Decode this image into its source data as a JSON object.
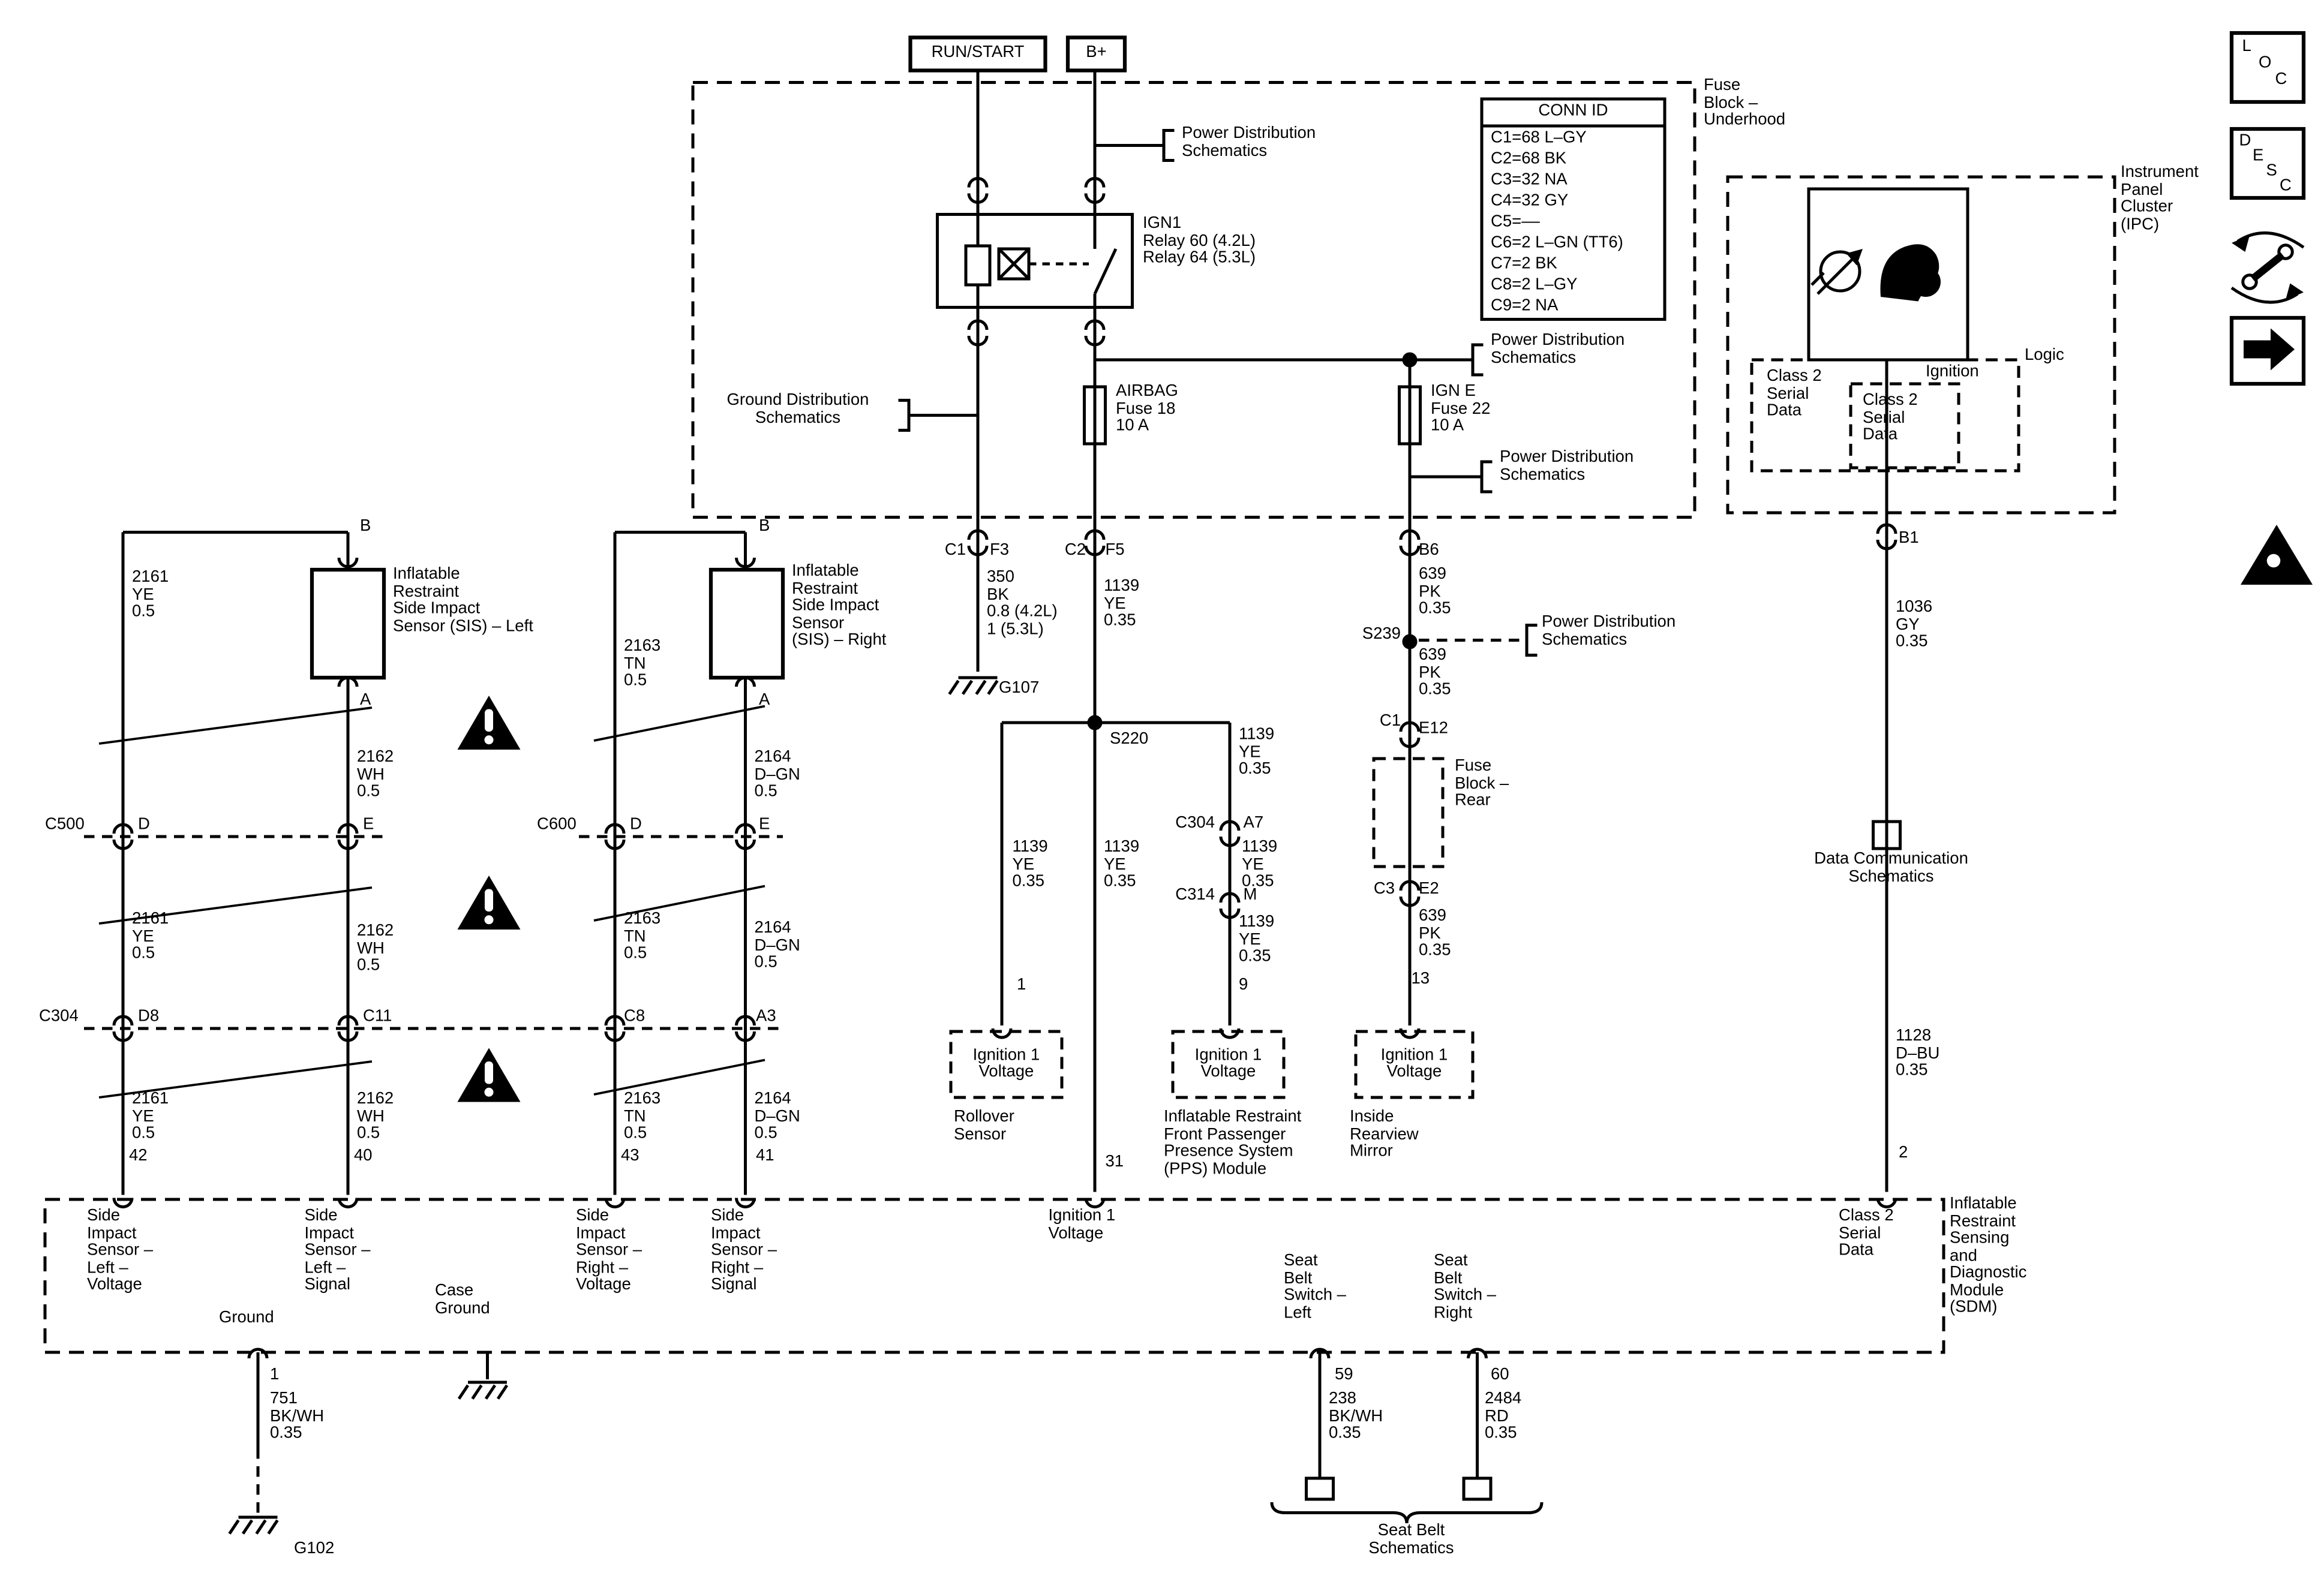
{
  "top": {
    "run_start": "RUN/START",
    "b_plus": "B+"
  },
  "underhood": {
    "title": "Fuse\nBlock –\nUnderhood",
    "pds_top": "Power Distribution\nSchematics",
    "pds_mid": "Power Distribution\nSchematics",
    "pds_bottom": "Power Distribution\nSchematics",
    "gds": "Ground Distribution\nSchematics",
    "relay": "IGN1\nRelay 60 (4.2L)\nRelay 64 (5.3L)",
    "airbag_fuse": "AIRBAG\nFuse 18\n10 A",
    "ign_e_fuse": "IGN E\nFuse 22\n10 A",
    "conn_id": {
      "header": "CONN ID",
      "rows": [
        "C1=68 L–GY",
        "C2=68 BK",
        "C3=32 NA",
        "C4=32 GY",
        "C5=––",
        "C6=2 L–GN (TT6)",
        "C7=2 BK",
        "C8=2 L–GY",
        "C9=2 NA"
      ]
    }
  },
  "ipc": {
    "title": "Instrument\nPanel\nCluster\n(IPC)",
    "logic": "Logic",
    "ignition": "Ignition",
    "class2_left": "Class 2\nSerial\nData",
    "class2_inner": "Class 2\nSerial\nData"
  },
  "corner": {
    "loc": [
      "L",
      "O",
      "C"
    ],
    "desc": [
      "D",
      "E",
      "S",
      "C"
    ]
  },
  "sis": {
    "left_title": "Inflatable\nRestraint\nSide Impact\nSensor (SIS) – Left",
    "right_title": "Inflatable\nRestraint\nSide Impact\nSensor\n(SIS) – Right",
    "pin_b": "B",
    "pin_a": "A",
    "c500": "C500",
    "c600": "C600",
    "c304": "C304",
    "pin_d": "D",
    "pin_e": "E",
    "d8": "D8",
    "c11": "C11",
    "c8": "C8",
    "a3": "A3",
    "w2161": "2161\nYE\n0.5",
    "w2162": "2162\nWH\n0.5",
    "w2163": "2163\nTN\n0.5",
    "w2164": "2164\nD–GN\n0.5",
    "t42": "42",
    "t40": "40",
    "t43": "43",
    "t41": "41"
  },
  "mid": {
    "c1": "C1",
    "f3": "F3",
    "w350": "350\nBK\n0.8 (4.2L)\n1 (5.3L)",
    "g107": "G107",
    "c2": "C2",
    "f5": "F5",
    "w1139": "1139\nYE\n0.35",
    "s220": "S220",
    "t1": "1",
    "ign1_voltage": "Ignition 1\nVoltage",
    "rollover": "Rollover\nSensor",
    "t31": "31",
    "c304": "C304",
    "a7": "A7",
    "c314": "C314",
    "m": "M",
    "t9": "9",
    "pps": "Inflatable Restraint\nFront Passenger\nPresence System\n(PPS) Module",
    "b6": "B6",
    "w639": "639\nPK\n0.35",
    "s239": "S239",
    "c1_rear": "C1",
    "e12": "E12",
    "fuse_block_rear": "Fuse\nBlock –\nRear",
    "c3": "C3",
    "e2": "E2",
    "t13": "13",
    "mirror": "Inside\nRearview\nMirror"
  },
  "class2": {
    "b1": "B1",
    "w1036": "1036\nGY\n0.35",
    "dcs": "Data Communication\nSchematics",
    "w1128": "1128\nD–BU\n0.35",
    "t2": "2"
  },
  "sdm": {
    "title": "Inflatable\nRestraint\nSensing\nand\nDiagnostic\nModule\n(SDM)",
    "sis_left_voltage": "Side\nImpact\nSensor –\nLeft –\nVoltage",
    "sis_left_signal": "Side\nImpact\nSensor –\nLeft –\nSignal",
    "ground": "Ground",
    "case_ground": "Case\nGround",
    "sis_right_voltage": "Side\nImpact\nSensor –\nRight –\nVoltage",
    "sis_right_signal": "Side\nImpact\nSensor –\nRight –\nSignal",
    "ignition1_voltage": "Ignition 1\nVoltage",
    "seat_belt_left": "Seat\nBelt\nSwitch –\nLeft",
    "seat_belt_right": "Seat\nBelt\nSwitch –\nRight",
    "class2_serial": "Class 2\nSerial\nData"
  },
  "bottom": {
    "t1": "1",
    "w751": "751\nBK/WH\n0.35",
    "g102": "G102",
    "t59": "59",
    "w238": "238\nBK/WH\n0.35",
    "t60": "60",
    "w2484": "2484\nRD\n0.35",
    "seat_belt_schematics": "Seat Belt\nSchematics"
  },
  "icons": {
    "warning_triangle": "exclamation-triangle",
    "chassis_ground": "ground-hatch",
    "led_indicator": "led-arrow",
    "airbag_indicator": "airbag-lamp",
    "service_icon": "wrench-arrows",
    "forward_arrow": "right-arrow",
    "sir_caution": "sir-caution"
  }
}
